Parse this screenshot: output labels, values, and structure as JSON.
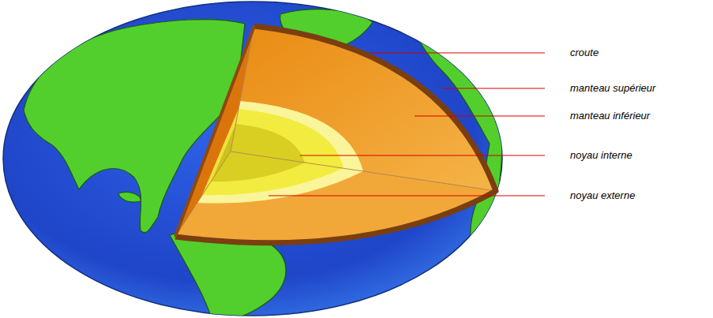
{
  "diagram": {
    "labels": [
      "croute",
      "manteau supérieur",
      "manteau inférieur",
      "noyau interne",
      "noyau externe"
    ]
  }
}
